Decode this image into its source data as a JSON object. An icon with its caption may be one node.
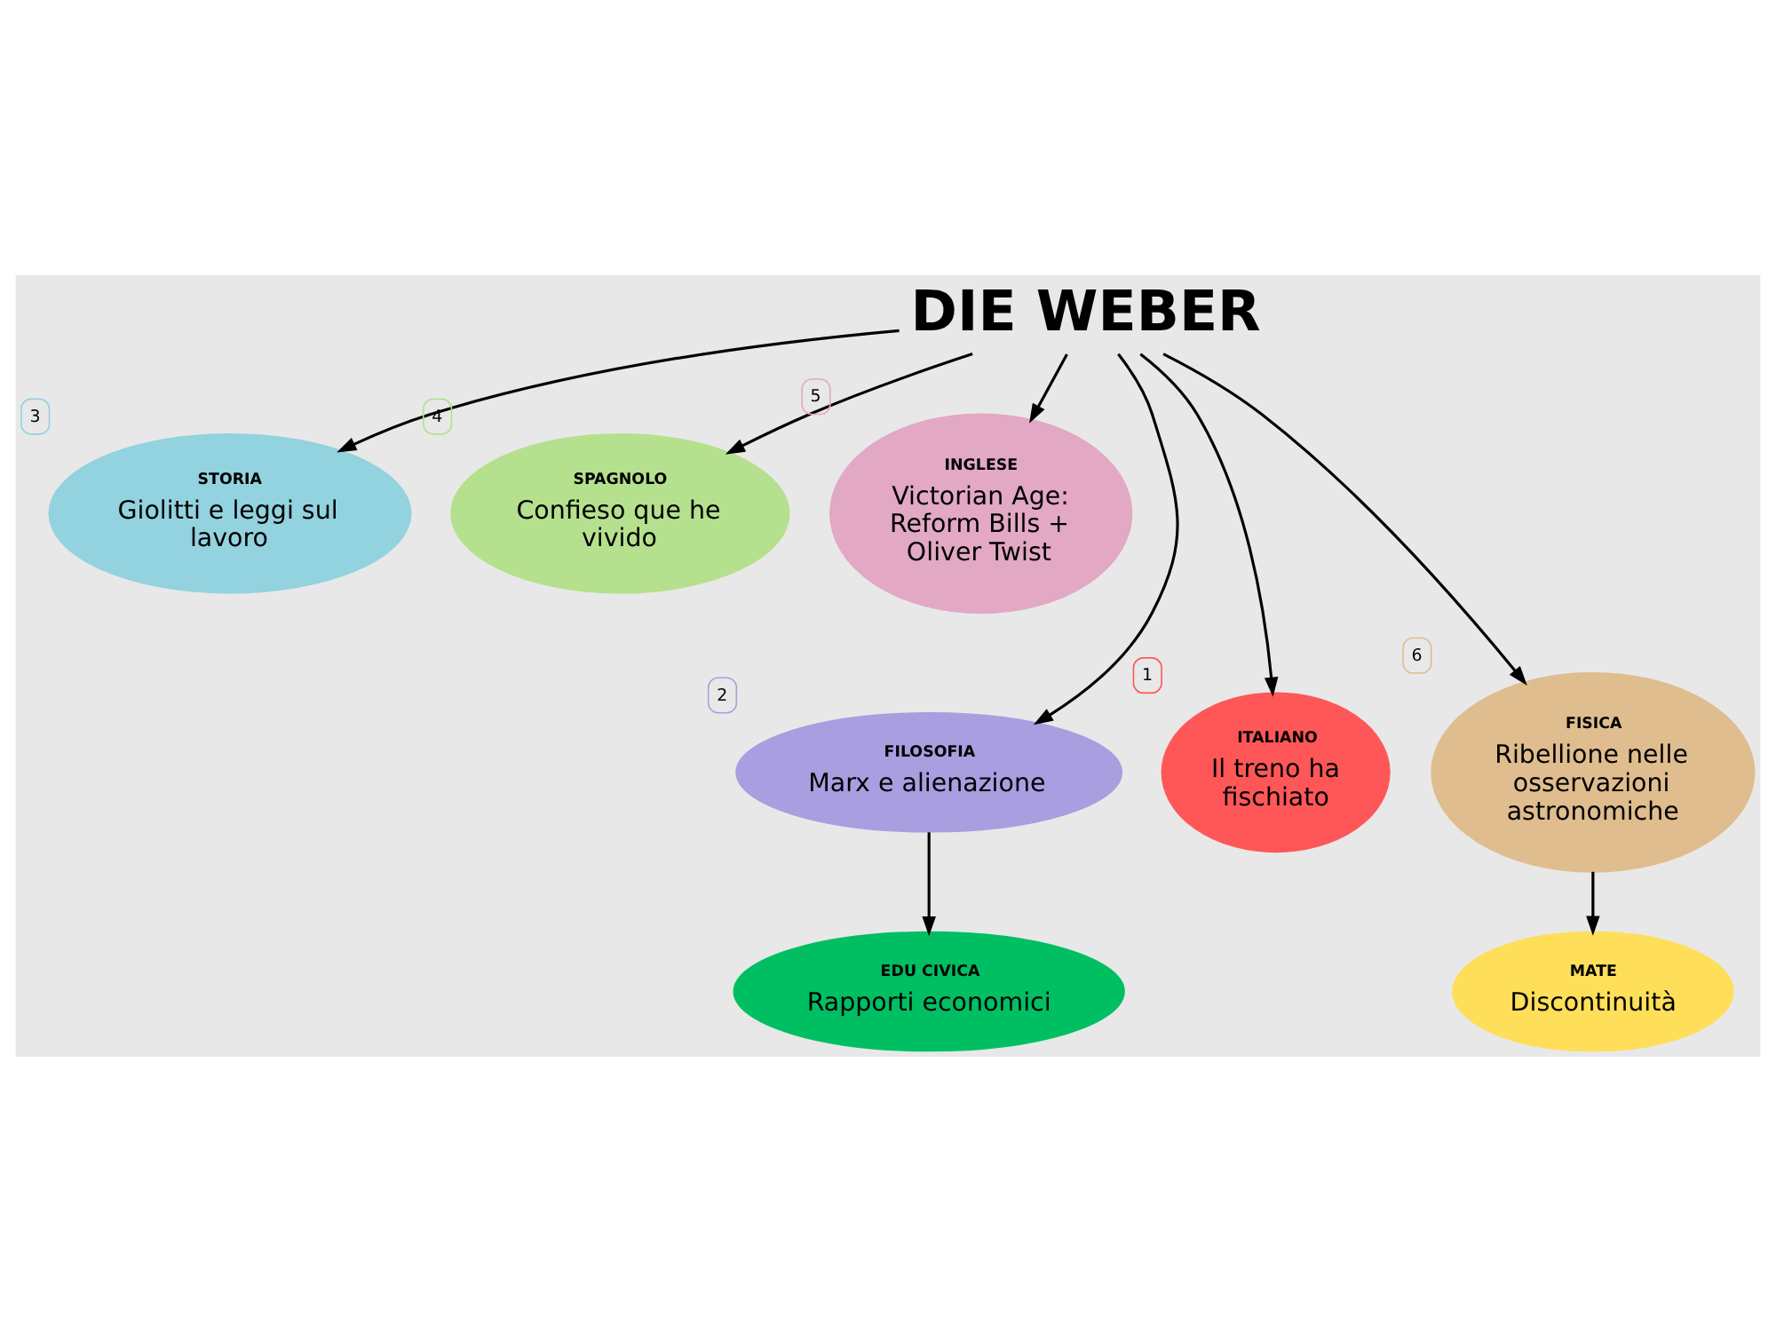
{
  "diagram": {
    "nodes": [
      {
        "text": [
          "DIE WEBER"
        ]
      },
      {
        "text": [
          "STORIA",
          "Giolitti e leggi sul lavoro"
        ],
        "beside": [
          "3"
        ]
      },
      {
        "text": [
          "SPAGNOLO",
          "Confieso que he vivido"
        ],
        "beside": [
          "4"
        ]
      },
      {
        "text": [
          "INGLESE",
          "Victorian Age: Reform Bills + Oliver Twist"
        ],
        "beside": [
          "5"
        ]
      },
      {
        "text": [
          "FILOSOFIA",
          "Marx e alienazione"
        ],
        "beside": [
          "2"
        ]
      },
      {
        "text": [
          "ITALIANO",
          "Il treno ha fischiato"
        ],
        "beside": [
          "1"
        ]
      },
      {
        "text": [
          "FISICA",
          "Ribellione nelle osservazioni astronomiche"
        ],
        "beside": [
          "6"
        ]
      },
      {
        "text": [
          "EDU CIVICA",
          "Rapporti economici"
        ]
      },
      {
        "text": [
          "MATE",
          "Discontinuità"
        ]
      }
    ],
    "edges": [
      {
        "from": 0,
        "to": 1,
        "arrow": "to"
      },
      {
        "from": 0,
        "to": 2,
        "arrow": "to"
      },
      {
        "from": 0,
        "to": 3,
        "arrow": "to"
      },
      {
        "from": 0,
        "to": 4,
        "arrow": "to"
      },
      {
        "from": 0,
        "to": 5,
        "arrow": "to"
      },
      {
        "from": 0,
        "to": 6,
        "arrow": "to"
      },
      {
        "from": 4,
        "to": 7,
        "arrow": "to"
      },
      {
        "from": 6,
        "to": 8,
        "arrow": "to"
      }
    ]
  }
}
